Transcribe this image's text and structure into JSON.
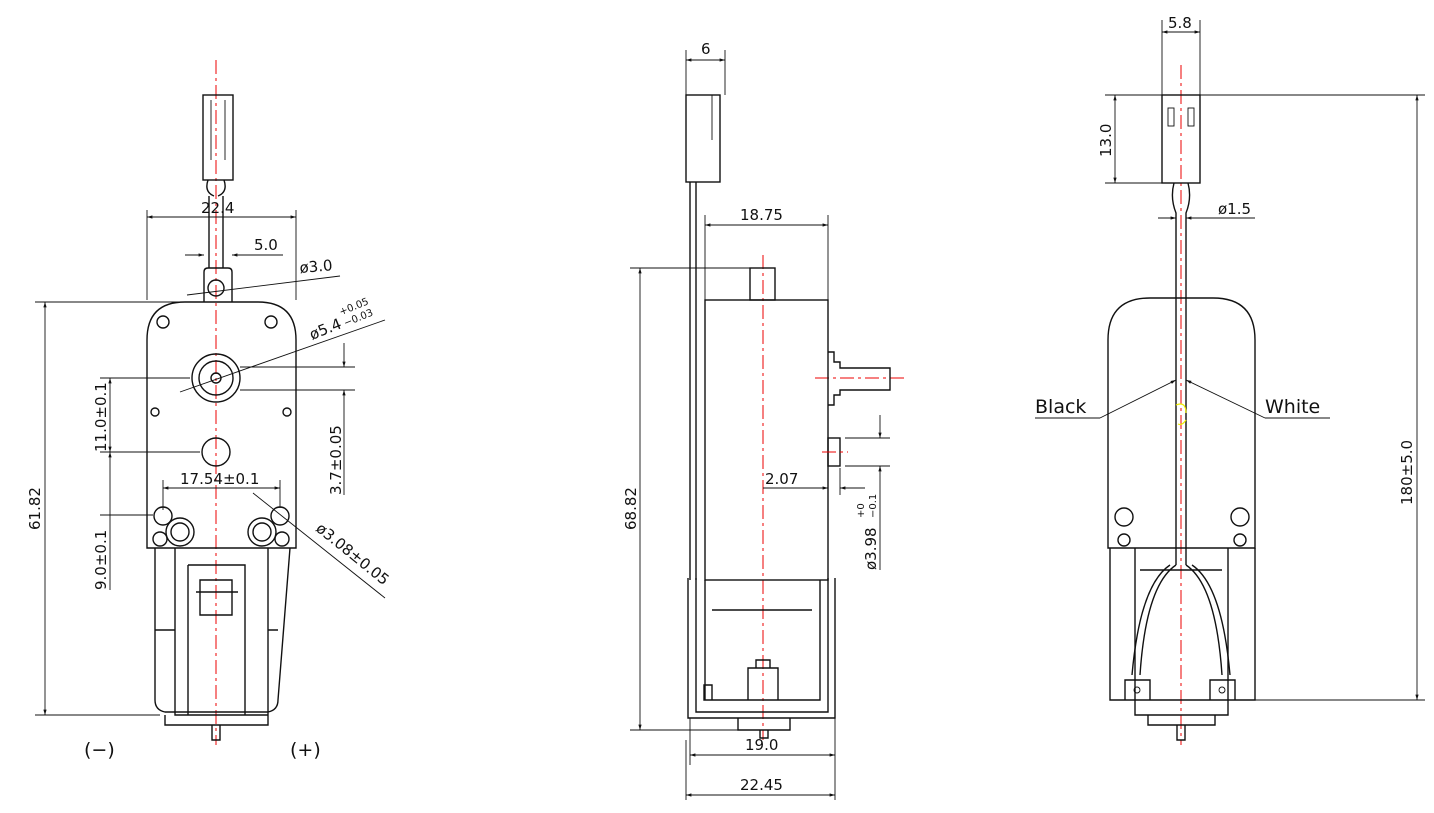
{
  "front_view": {
    "width": "22.4",
    "tab_width": "5.0",
    "hole_dia": "ø3.0",
    "bushing_dia": "ø5.4",
    "bushing_tol_upper": "+0.05",
    "bushing_tol_lower": "−0.03",
    "height": "61.82",
    "shaft_to_hole": "11.0±0.1",
    "hole_to_mount": "9.0±0.1",
    "bushing_thickness": "3.7±0.05",
    "mount_spacing": "17.54±0.1",
    "mount_hole_dia": "ø3.08±0.05",
    "minus_terminal": "(−)",
    "plus_terminal": "(+)"
  },
  "side_view": {
    "connector_width": "6",
    "body_depth": "18.75",
    "height": "68.82",
    "offset": "2.07",
    "stub_dia": "ø3.98",
    "stub_tol_upper": "+0",
    "stub_tol_lower": "−0.1",
    "inner_width": "19.0",
    "outer_width": "22.45"
  },
  "rear_view": {
    "connector_width": "5.8",
    "connector_height": "13.0",
    "wire_dia": "ø1.5",
    "wire_black": "Black",
    "wire_white": "White",
    "cable_length": "180±5.0"
  }
}
